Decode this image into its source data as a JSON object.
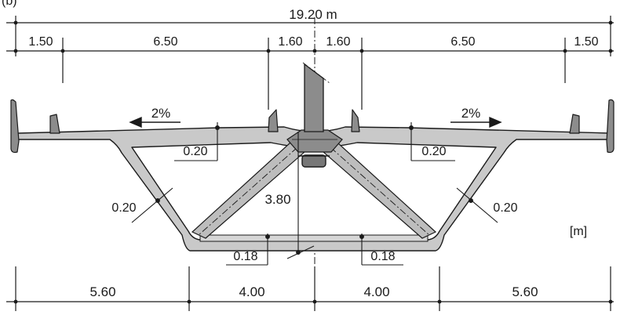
{
  "figure_label": "(b)",
  "unit_label": "[m]",
  "total_width": "19.20 m",
  "top_dims": [
    "1.50",
    "6.50",
    "1.60",
    "1.60",
    "6.50",
    "1.50"
  ],
  "slope_left": "2%",
  "slope_right": "2%",
  "thickness_labels": {
    "deck_left": "0.20",
    "deck_right": "0.20",
    "web_left": "0.20",
    "web_right": "0.20",
    "bottom_left": "0.18",
    "bottom_right": "0.18"
  },
  "depth_label": "3.80",
  "bottom_dims": [
    "5.60",
    "4.00",
    "4.00",
    "5.60"
  ],
  "colors": {
    "concrete": "#c9c9c9",
    "concrete_dark": "#8c8c8c",
    "line": "#1a1a1a"
  }
}
